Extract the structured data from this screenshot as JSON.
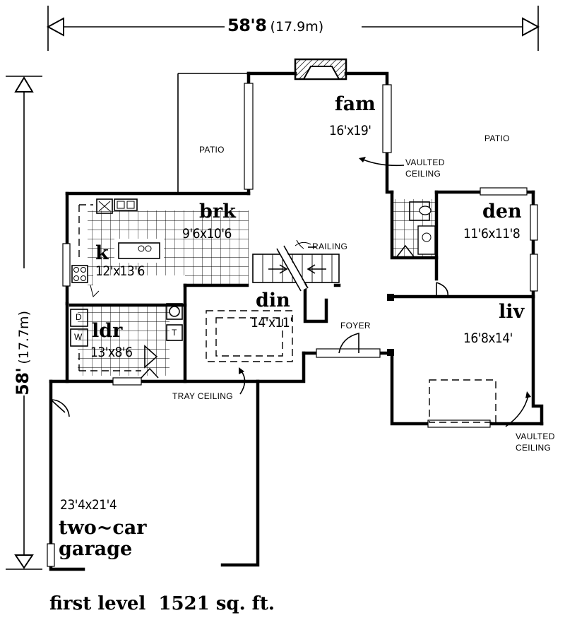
{
  "overall": {
    "width_main": "58'8",
    "width_metric": "(17.9m)",
    "depth_main": "58'",
    "depth_metric": "(17.7m)"
  },
  "rooms": {
    "fam": {
      "name": "fam",
      "size": "16'x19'"
    },
    "brk": {
      "name": "brk",
      "size": "9'6x10'6"
    },
    "k": {
      "name": "k",
      "size": "12'x13'6"
    },
    "den": {
      "name": "den",
      "size": "11'6x11'8"
    },
    "din": {
      "name": "din",
      "size": "14'x11'"
    },
    "liv": {
      "name": "liv",
      "size": "16'8x14'"
    },
    "ldr": {
      "name": "ldr",
      "size": "13'x8'6"
    },
    "garage": {
      "size": "23'4x21'4",
      "name_line1": "two~car",
      "name_line2": "garage"
    }
  },
  "notes": {
    "patio_left": "PATIO",
    "patio_right": "PATIO",
    "vaulted_fam_1": "VAULTED",
    "vaulted_fam_2": "CEILING",
    "railing": "RAILING",
    "foyer": "FOYER",
    "tray": "TRAY CEILING",
    "vaulted_liv_1": "VAULTED",
    "vaulted_liv_2": "CEILING",
    "washer": "W",
    "dryer": "D",
    "toilet": "T"
  },
  "footer": "first level  1521 sq. ft."
}
